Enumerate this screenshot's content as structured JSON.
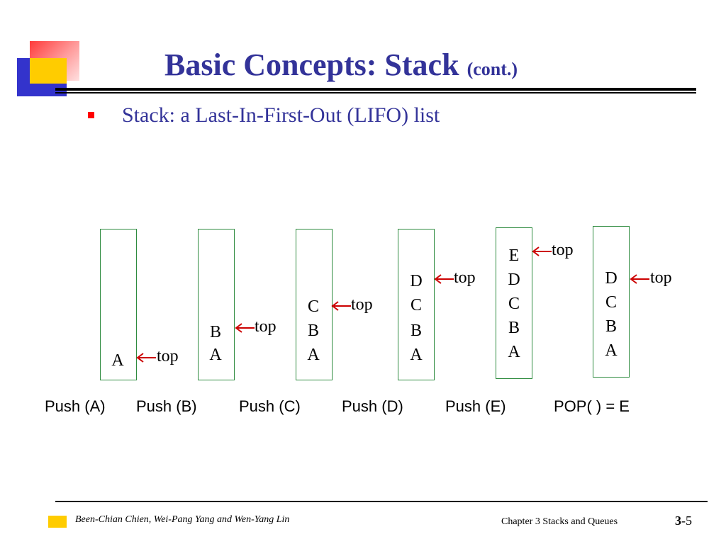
{
  "slide": {
    "title": "Basic Concepts: Stack",
    "title_suffix": "(cont.)",
    "bullet": "Stack: a Last-In-First-Out (LIFO) list"
  },
  "stacks": [
    {
      "items": [
        "A"
      ],
      "top_label": "top"
    },
    {
      "items": [
        "B",
        "A"
      ],
      "top_label": "top"
    },
    {
      "items": [
        "C",
        "B",
        "A"
      ],
      "top_label": "top"
    },
    {
      "items": [
        "D",
        "C",
        "B",
        "A"
      ],
      "top_label": "top"
    },
    {
      "items": [
        "E",
        "D",
        "C",
        "B",
        "A"
      ],
      "top_label": "top"
    },
    {
      "items": [
        "D",
        "C",
        "B",
        "A"
      ],
      "top_label": "top"
    }
  ],
  "operations": [
    "Push (A)",
    "Push (B)",
    "Push (C)",
    "Push (D)",
    "Push (E)",
    "POP( ) = E"
  ],
  "footer": {
    "authors": "Been-Chian Chien, Wei-Pang Yang and Wen-Yang Lin",
    "chapter": "Chapter 3  Stacks and Queues",
    "page_bold": "3",
    "page_rest": "-5"
  },
  "colors": {
    "title": "#333399",
    "bullet": "#ff0000",
    "stack_border": "#2e8b3f",
    "arrow": "#cc0000"
  }
}
